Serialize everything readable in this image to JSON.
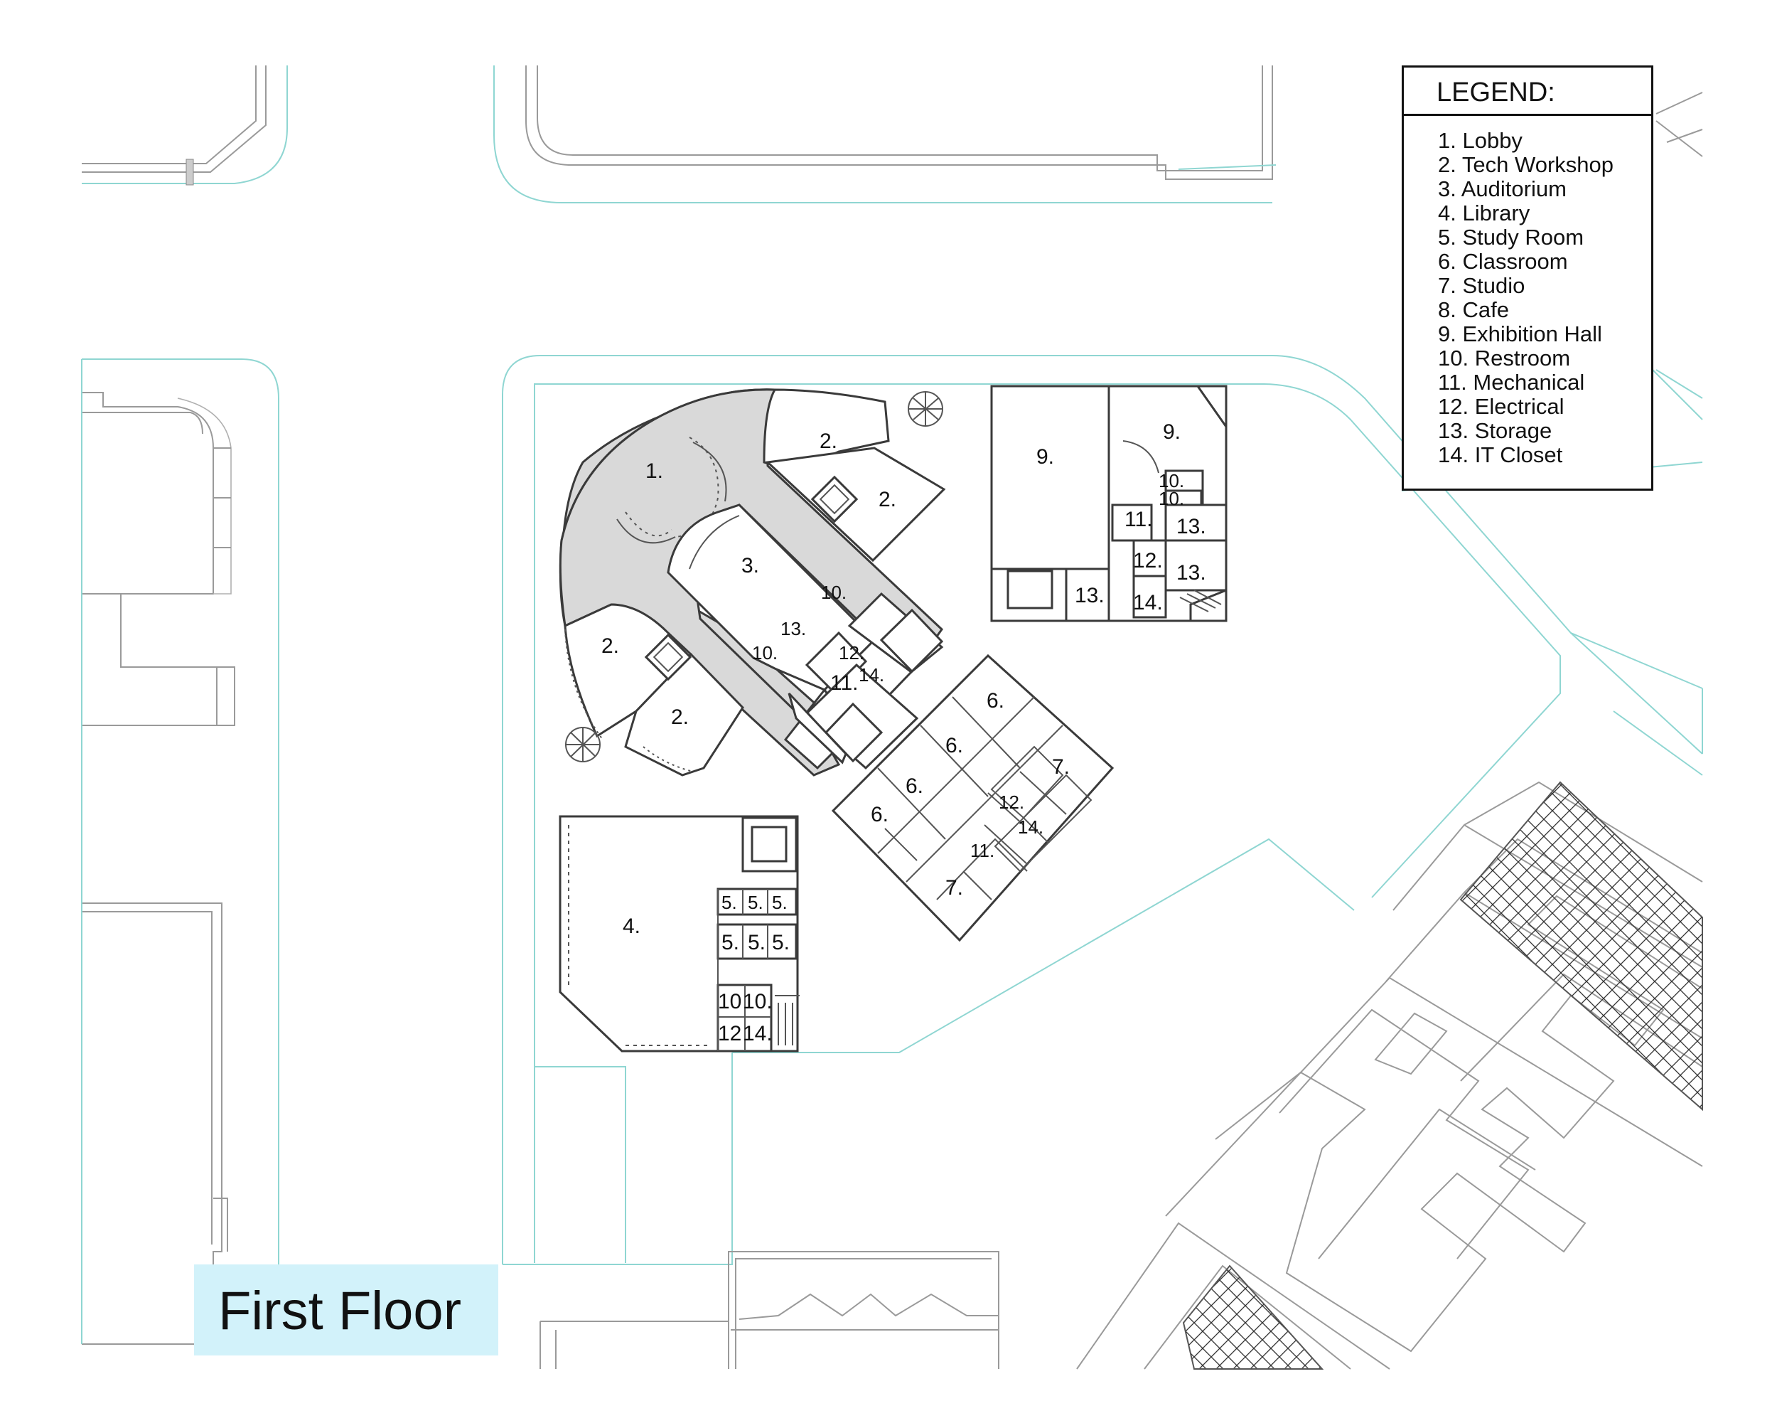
{
  "legend": {
    "title": "LEGEND:",
    "items": [
      "1. Lobby",
      "2. Tech Workshop",
      "3. Auditorium",
      "4. Library",
      "5. Study Room",
      "6. Classroom",
      "7. Studio",
      "8. Cafe",
      "9. Exhibition Hall",
      "10. Restroom",
      "11. Mechanical",
      "12. Electrical",
      "13. Storage",
      "14. IT Closet"
    ]
  },
  "floor_title": "First Floor",
  "room_labels": {
    "lobby": "1.",
    "workshop": "2.",
    "auditorium": "3.",
    "library": "4.",
    "study": "5.",
    "classroom": "6.",
    "studio": "7.",
    "exhibition": "9.",
    "restroom": "10.",
    "restroom_short": "10",
    "mechanical": "11.",
    "electrical": "12.",
    "electrical_short": "12",
    "storage": "13.",
    "it_closet": "14."
  },
  "colors": {
    "site_line": "#8fd6d2",
    "corridor_fill": "#d9d9d9",
    "title_highlight": "#d2f2fa"
  }
}
